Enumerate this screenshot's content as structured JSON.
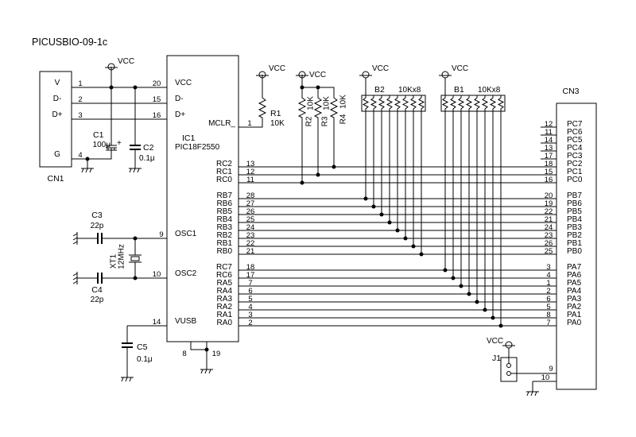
{
  "title": "PICUSBIO-09-1c",
  "power": {
    "vcc_label": "VCC"
  },
  "cn1": {
    "ref": "CN1",
    "pins": [
      {
        "name": "V",
        "num": "1"
      },
      {
        "name": "D-",
        "num": "2"
      },
      {
        "name": "D+",
        "num": "3"
      },
      {
        "name": "G",
        "num": "4"
      }
    ]
  },
  "ic1": {
    "ref": "IC1",
    "part": "PIC18F2550",
    "usb_pins": [
      {
        "name": "VCC",
        "num": "20"
      },
      {
        "name": "D-",
        "num": "15"
      },
      {
        "name": "D+",
        "num": "16"
      }
    ],
    "mclr": {
      "name": "MCLR_",
      "num": "1"
    },
    "osc1": {
      "name": "OSC1",
      "num": "9"
    },
    "osc2": {
      "name": "OSC2",
      "num": "10"
    },
    "vusb": {
      "name": "VUSB",
      "num": "14"
    },
    "ground_pins": [
      "8",
      "19"
    ],
    "port_c_low": [
      {
        "name": "RC2",
        "num": "13"
      },
      {
        "name": "RC1",
        "num": "12"
      },
      {
        "name": "RC0",
        "num": "11"
      }
    ],
    "port_b": [
      {
        "name": "RB7",
        "num": "28"
      },
      {
        "name": "RB6",
        "num": "27"
      },
      {
        "name": "RB5",
        "num": "26"
      },
      {
        "name": "RB4",
        "num": "25"
      },
      {
        "name": "RB3",
        "num": "24"
      },
      {
        "name": "RB2",
        "num": "23"
      },
      {
        "name": "RB1",
        "num": "22"
      },
      {
        "name": "RB0",
        "num": "21"
      }
    ],
    "port_mixed": [
      {
        "name": "RC7",
        "num": "18"
      },
      {
        "name": "RC6",
        "num": "17"
      },
      {
        "name": "RA5",
        "num": "7"
      },
      {
        "name": "RA4",
        "num": "6"
      },
      {
        "name": "RA3",
        "num": "5"
      },
      {
        "name": "RA2",
        "num": "4"
      },
      {
        "name": "RA1",
        "num": "3"
      },
      {
        "name": "RA0",
        "num": "2"
      }
    ]
  },
  "components": {
    "r1": {
      "ref": "R1",
      "value": "10K"
    },
    "r2": {
      "ref": "R2",
      "value": "10K"
    },
    "r3": {
      "ref": "R3",
      "value": "10K"
    },
    "r4": {
      "ref": "R4",
      "value": "10K"
    },
    "c1": {
      "ref": "C1",
      "value": "100μ",
      "polarity": "+"
    },
    "c2": {
      "ref": "C2",
      "value": "0.1μ"
    },
    "c3": {
      "ref": "C3",
      "value": "22p"
    },
    "c4": {
      "ref": "C4",
      "value": "22p"
    },
    "c5": {
      "ref": "C5",
      "value": "0.1μ"
    },
    "xt1": {
      "ref": "XT1",
      "value": "12MHz"
    },
    "b1": {
      "ref": "B1",
      "value": "10Kx8"
    },
    "b2": {
      "ref": "B2",
      "value": "10Kx8"
    },
    "j1": {
      "ref": "J1"
    }
  },
  "cn3": {
    "ref": "CN3",
    "port_c": [
      {
        "name": "PC7",
        "num": "12"
      },
      {
        "name": "PC6",
        "num": "11"
      },
      {
        "name": "PC5",
        "num": "14"
      },
      {
        "name": "PC4",
        "num": "13"
      },
      {
        "name": "PC3",
        "num": "17"
      },
      {
        "name": "PC2",
        "num": "18"
      },
      {
        "name": "PC1",
        "num": "15"
      },
      {
        "name": "PC0",
        "num": "16"
      }
    ],
    "port_b": [
      {
        "name": "PB7",
        "num": "20"
      },
      {
        "name": "PB6",
        "num": "19"
      },
      {
        "name": "PB5",
        "num": "22"
      },
      {
        "name": "PB4",
        "num": "21"
      },
      {
        "name": "PB3",
        "num": "24"
      },
      {
        "name": "PB2",
        "num": "23"
      },
      {
        "name": "PB1",
        "num": "26"
      },
      {
        "name": "PB0",
        "num": "25"
      }
    ],
    "port_a": [
      {
        "name": "PA7",
        "num": "3"
      },
      {
        "name": "PA6",
        "num": "4"
      },
      {
        "name": "PA5",
        "num": "1"
      },
      {
        "name": "PA4",
        "num": "2"
      },
      {
        "name": "PA3",
        "num": "6"
      },
      {
        "name": "PA2",
        "num": "5"
      },
      {
        "name": "PA1",
        "num": "8"
      },
      {
        "name": "PA0",
        "num": "7"
      }
    ],
    "jumper_pin": "9",
    "ground_pin": "10"
  }
}
